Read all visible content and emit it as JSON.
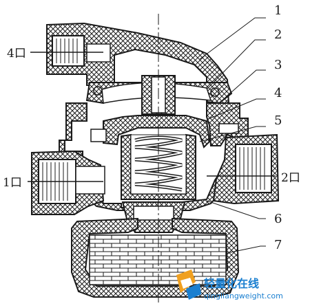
{
  "diagram": {
    "callouts": [
      "1",
      "2",
      "3",
      "4",
      "5",
      "6",
      "7"
    ],
    "ports": {
      "port_4": "4口",
      "port_1": "1口",
      "port_2": "2口"
    },
    "colors": {
      "line": "#1a1a1a",
      "background": "#ffffff"
    }
  },
  "watermark": {
    "title": "轻量化在线",
    "url": "qingliangweight.com",
    "icon": "qlw-logo-icon",
    "colors": {
      "orange": "#f0a020",
      "blue": "#1a7fd0"
    }
  }
}
